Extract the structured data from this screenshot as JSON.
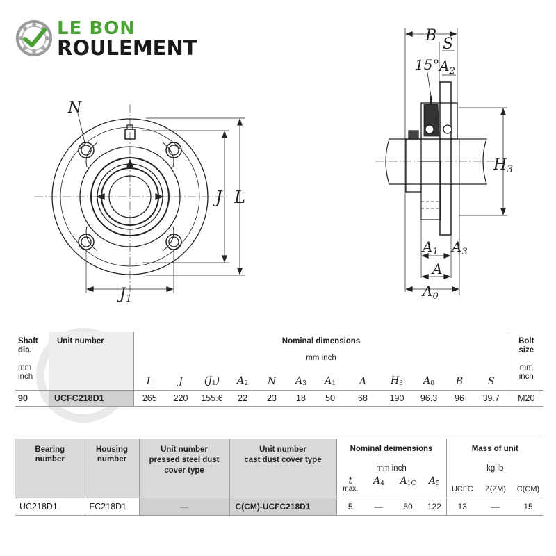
{
  "logo": {
    "line1": "LE BON",
    "line2": "ROULEMENT",
    "colors": {
      "green": "#4aa235",
      "dark": "#1a1a1a"
    }
  },
  "drawing": {
    "front_labels": {
      "n": "N",
      "j": "J",
      "l": "L",
      "j1": "J",
      "j1_sub": "1"
    },
    "side_labels": {
      "b": "B",
      "s": "S",
      "angle": "15°",
      "a2": "A",
      "a2_sub": "2",
      "h3": "H",
      "h3_sub": "3",
      "a1": "A",
      "a1_sub": "1",
      "a3": "A",
      "a3_sub": "3",
      "a": "A",
      "a0": "A",
      "a0_sub": "0"
    }
  },
  "table1": {
    "headers": {
      "shaft_line1": "Shaft",
      "shaft_line2": "dia.",
      "shaft_unit1": "mm",
      "shaft_unit2": "inch",
      "unit_number": "Unit number",
      "nominal": "Nominal dimensions",
      "nominal_units": "mm  inch",
      "bolt_line1": "Bolt",
      "bolt_line2": "size",
      "bolt_unit1": "mm",
      "bolt_unit2": "inch"
    },
    "symbols": [
      {
        "main": "L",
        "sub": ""
      },
      {
        "main": "J",
        "sub": ""
      },
      {
        "main": "(J",
        "sub": "1",
        "tail": ")"
      },
      {
        "main": "A",
        "sub": "2"
      },
      {
        "main": "N",
        "sub": ""
      },
      {
        "main": "A",
        "sub": "3"
      },
      {
        "main": "A",
        "sub": "1"
      },
      {
        "main": "A",
        "sub": ""
      },
      {
        "main": "H",
        "sub": "3"
      },
      {
        "main": "A",
        "sub": "0"
      },
      {
        "main": "B",
        "sub": ""
      },
      {
        "main": "S",
        "sub": ""
      }
    ],
    "row": {
      "shaft": "90",
      "unit": "UCFC218D1",
      "values": [
        "265",
        "220",
        "155.6",
        "22",
        "23",
        "18",
        "50",
        "68",
        "190",
        "96.3",
        "96",
        "39.7"
      ],
      "bolt": "M20"
    }
  },
  "table2": {
    "headers": {
      "bearing_line1": "Bearing",
      "bearing_line2": "number",
      "housing_line1": "Housing",
      "housing_line2": "number",
      "pressed_line1": "Unit number",
      "pressed_line2": "pressed steel dust",
      "pressed_line3": "cover type",
      "cast_line1": "Unit number",
      "cast_line2": "cast dust cover type",
      "nominal": "Nominal deimensions",
      "nominal_units": "mm  inch",
      "mass": "Mass of unit",
      "mass_units": "kg  lb"
    },
    "symbols": {
      "t": "t",
      "t_note": "max.",
      "a4": "A",
      "a4_sub": "4",
      "a1c": "A",
      "a1c_sub": "1C",
      "a5": "A",
      "a5_sub": "5"
    },
    "mass_cols": [
      "UCFC",
      "Z(ZM)",
      "C(CM)"
    ],
    "row": {
      "bearing": "UC218D1",
      "housing": "FC218D1",
      "pressed": "—",
      "cast": "C(CM)-UCFC218D1",
      "t": "5",
      "a4": "—",
      "a1c": "50",
      "a5": "122",
      "mass_ucfc": "13",
      "mass_z": "—",
      "mass_c": "15"
    }
  }
}
